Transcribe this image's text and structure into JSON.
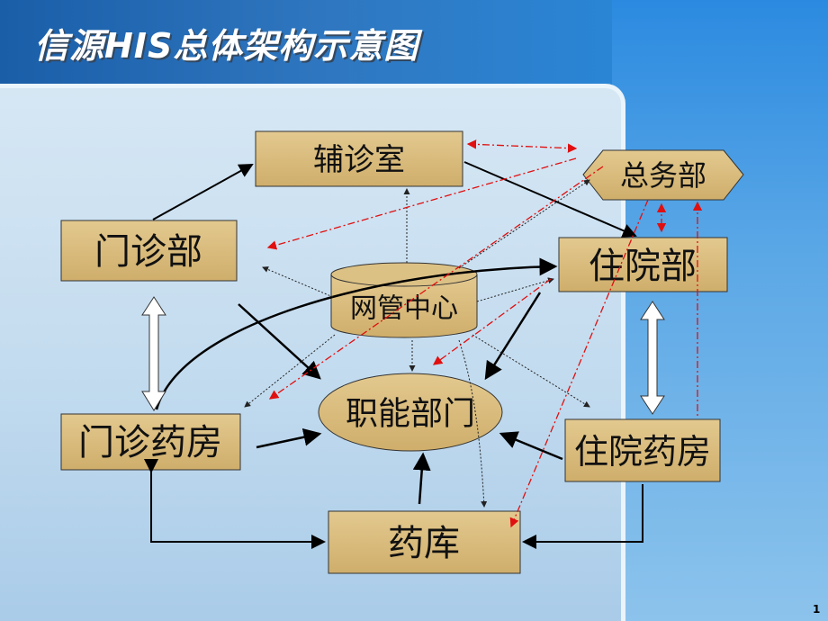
{
  "title": "信源HIS总体架构示意图",
  "nodes": {
    "fuzhenshi": "辅诊室",
    "zongwubu": "总务部",
    "menzhenbu": "门诊部",
    "zhuyuanbu": "住院部",
    "wangguan": "网管中心",
    "zhineng": "职能部门",
    "menzhenyaofang": "门诊药房",
    "zhuyuanyaofang": "住院药房",
    "yaoku": "药库"
  },
  "colors": {
    "node_fill": "#d7b878",
    "solid": "#000000",
    "dashdot": "#e01010",
    "dotted": "#1a1a1a"
  },
  "page_number": "1"
}
